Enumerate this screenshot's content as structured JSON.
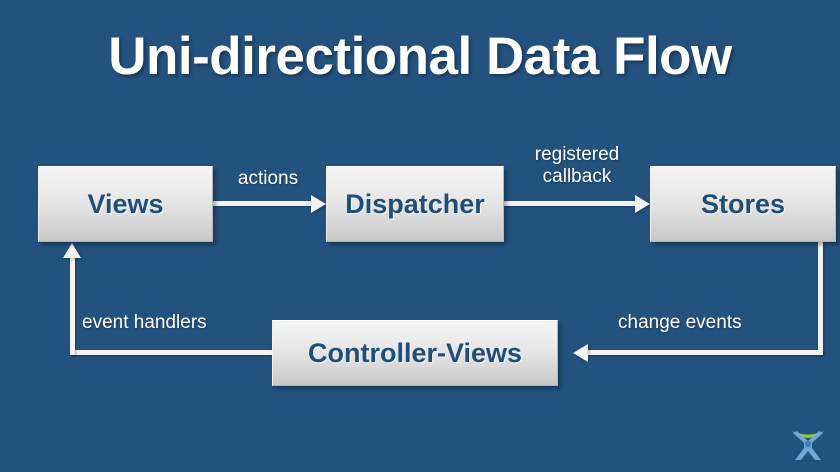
{
  "slide": {
    "title": "Uni-directional Data Flow",
    "background_color": "#23527f",
    "node_text_color": "#1f4e79",
    "connector_color": "#f2f2f2",
    "title_color": "#ffffff"
  },
  "nodes": [
    {
      "id": "views",
      "label": "Views"
    },
    {
      "id": "dispatcher",
      "label": "Dispatcher"
    },
    {
      "id": "stores",
      "label": "Stores"
    },
    {
      "id": "controller",
      "label": "Controller-Views"
    }
  ],
  "edges": [
    {
      "id": "actions",
      "label": "actions",
      "from": "views",
      "to": "dispatcher"
    },
    {
      "id": "registered",
      "label": "registered\ncallback",
      "from": "dispatcher",
      "to": "stores"
    },
    {
      "id": "change",
      "label": "change events",
      "from": "stores",
      "to": "controller"
    },
    {
      "id": "event",
      "label": "event handlers",
      "from": "controller",
      "to": "views"
    }
  ],
  "logo": {
    "name": "person-arc-logo",
    "arc_color": "#8cc63e",
    "figure_color": "#6fa8d6"
  }
}
